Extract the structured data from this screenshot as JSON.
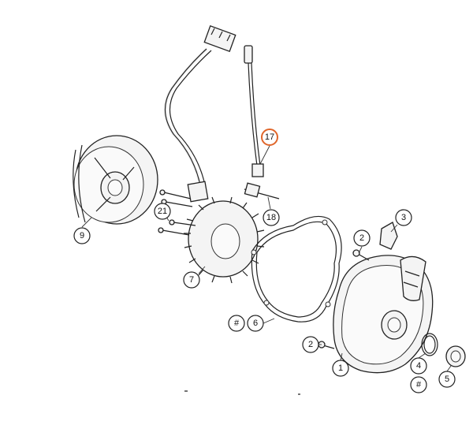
{
  "diagram": {
    "callouts": [
      {
        "id": "c17",
        "label": "17",
        "highlight": true
      },
      {
        "id": "c3",
        "label": "3",
        "highlight": false
      },
      {
        "id": "c21",
        "label": "21",
        "highlight": false
      },
      {
        "id": "c18",
        "label": "18",
        "highlight": false
      },
      {
        "id": "c9",
        "label": "9",
        "highlight": false
      },
      {
        "id": "c2a",
        "label": "2",
        "highlight": false
      },
      {
        "id": "c7",
        "label": "7",
        "highlight": false
      },
      {
        "id": "chash1",
        "label": "#",
        "highlight": false
      },
      {
        "id": "c6",
        "label": "6",
        "highlight": false
      },
      {
        "id": "c2b",
        "label": "2",
        "highlight": false
      },
      {
        "id": "c1",
        "label": "1",
        "highlight": false
      },
      {
        "id": "c4",
        "label": "4",
        "highlight": false
      },
      {
        "id": "chash2",
        "label": "#",
        "highlight": false
      },
      {
        "id": "c5",
        "label": "5",
        "highlight": false
      }
    ],
    "colors": {
      "line": "#222222",
      "highlight": "#e0662a",
      "background": "#ffffff"
    }
  }
}
